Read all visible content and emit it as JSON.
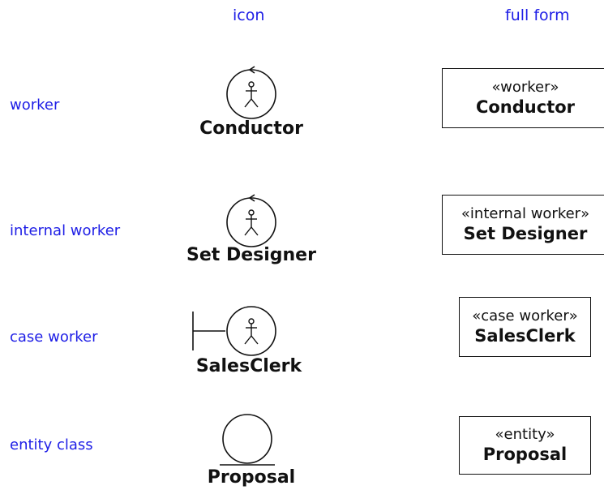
{
  "headers": {
    "icon": "icon",
    "full_form": "full form"
  },
  "rows": [
    {
      "label": "worker",
      "icon_kind": "worker-icon",
      "name": "Conductor",
      "stereotype": "«worker»"
    },
    {
      "label": "internal worker",
      "icon_kind": "internal-worker-icon",
      "name": "Set Designer",
      "stereotype": "«internal worker»"
    },
    {
      "label": "case worker",
      "icon_kind": "case-worker-icon",
      "name": "SalesClerk",
      "stereotype": "«case worker»"
    },
    {
      "label": "entity class",
      "icon_kind": "entity-class-icon",
      "name": "Proposal",
      "stereotype": "«entity»"
    }
  ],
  "colors": {
    "label_text": "#1e1ee6",
    "diagram_ink": "#111111"
  }
}
